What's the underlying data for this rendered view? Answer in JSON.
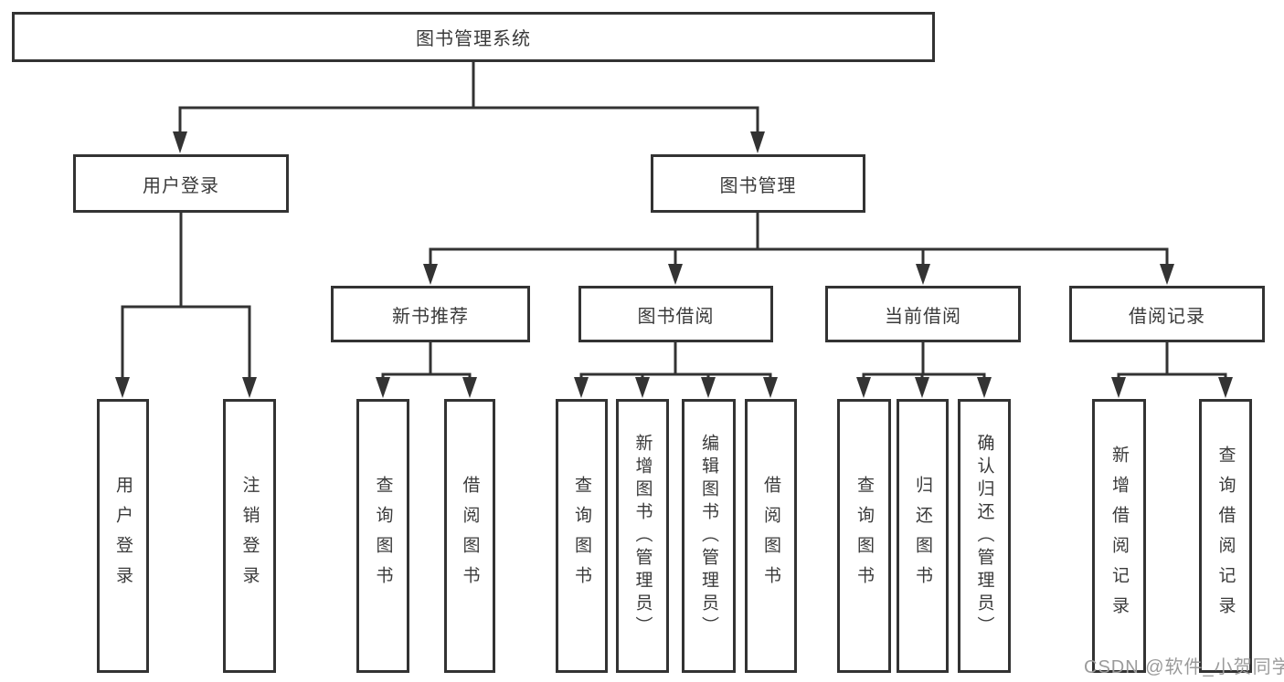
{
  "diagram": {
    "root": {
      "label": "图书管理系统",
      "children": [
        {
          "label": "用户登录",
          "children": [
            {
              "label": "用户登录"
            },
            {
              "label": "注销登录"
            }
          ]
        },
        {
          "label": "图书管理",
          "children": [
            {
              "label": "新书推荐",
              "children": [
                {
                  "label": "查询图书"
                },
                {
                  "label": "借阅图书"
                }
              ]
            },
            {
              "label": "图书借阅",
              "children": [
                {
                  "label": "查询图书"
                },
                {
                  "label": "新增图书（管理员）"
                },
                {
                  "label": "编辑图书（管理员）"
                },
                {
                  "label": "借阅图书"
                }
              ]
            },
            {
              "label": "当前借阅",
              "children": [
                {
                  "label": "查询图书"
                },
                {
                  "label": "归还图书"
                },
                {
                  "label": "确认归还（管理员）"
                }
              ]
            },
            {
              "label": "借阅记录",
              "children": [
                {
                  "label": "新增借阅记录"
                },
                {
                  "label": "查询借阅记录"
                }
              ]
            }
          ]
        }
      ]
    }
  },
  "watermark": "CSDN @软件_小贺同学",
  "colors": {
    "line": "#333333",
    "box_border": "#333333",
    "text": "#3a3a3a",
    "watermark": "#9b9b9b",
    "background": "#ffffff"
  }
}
